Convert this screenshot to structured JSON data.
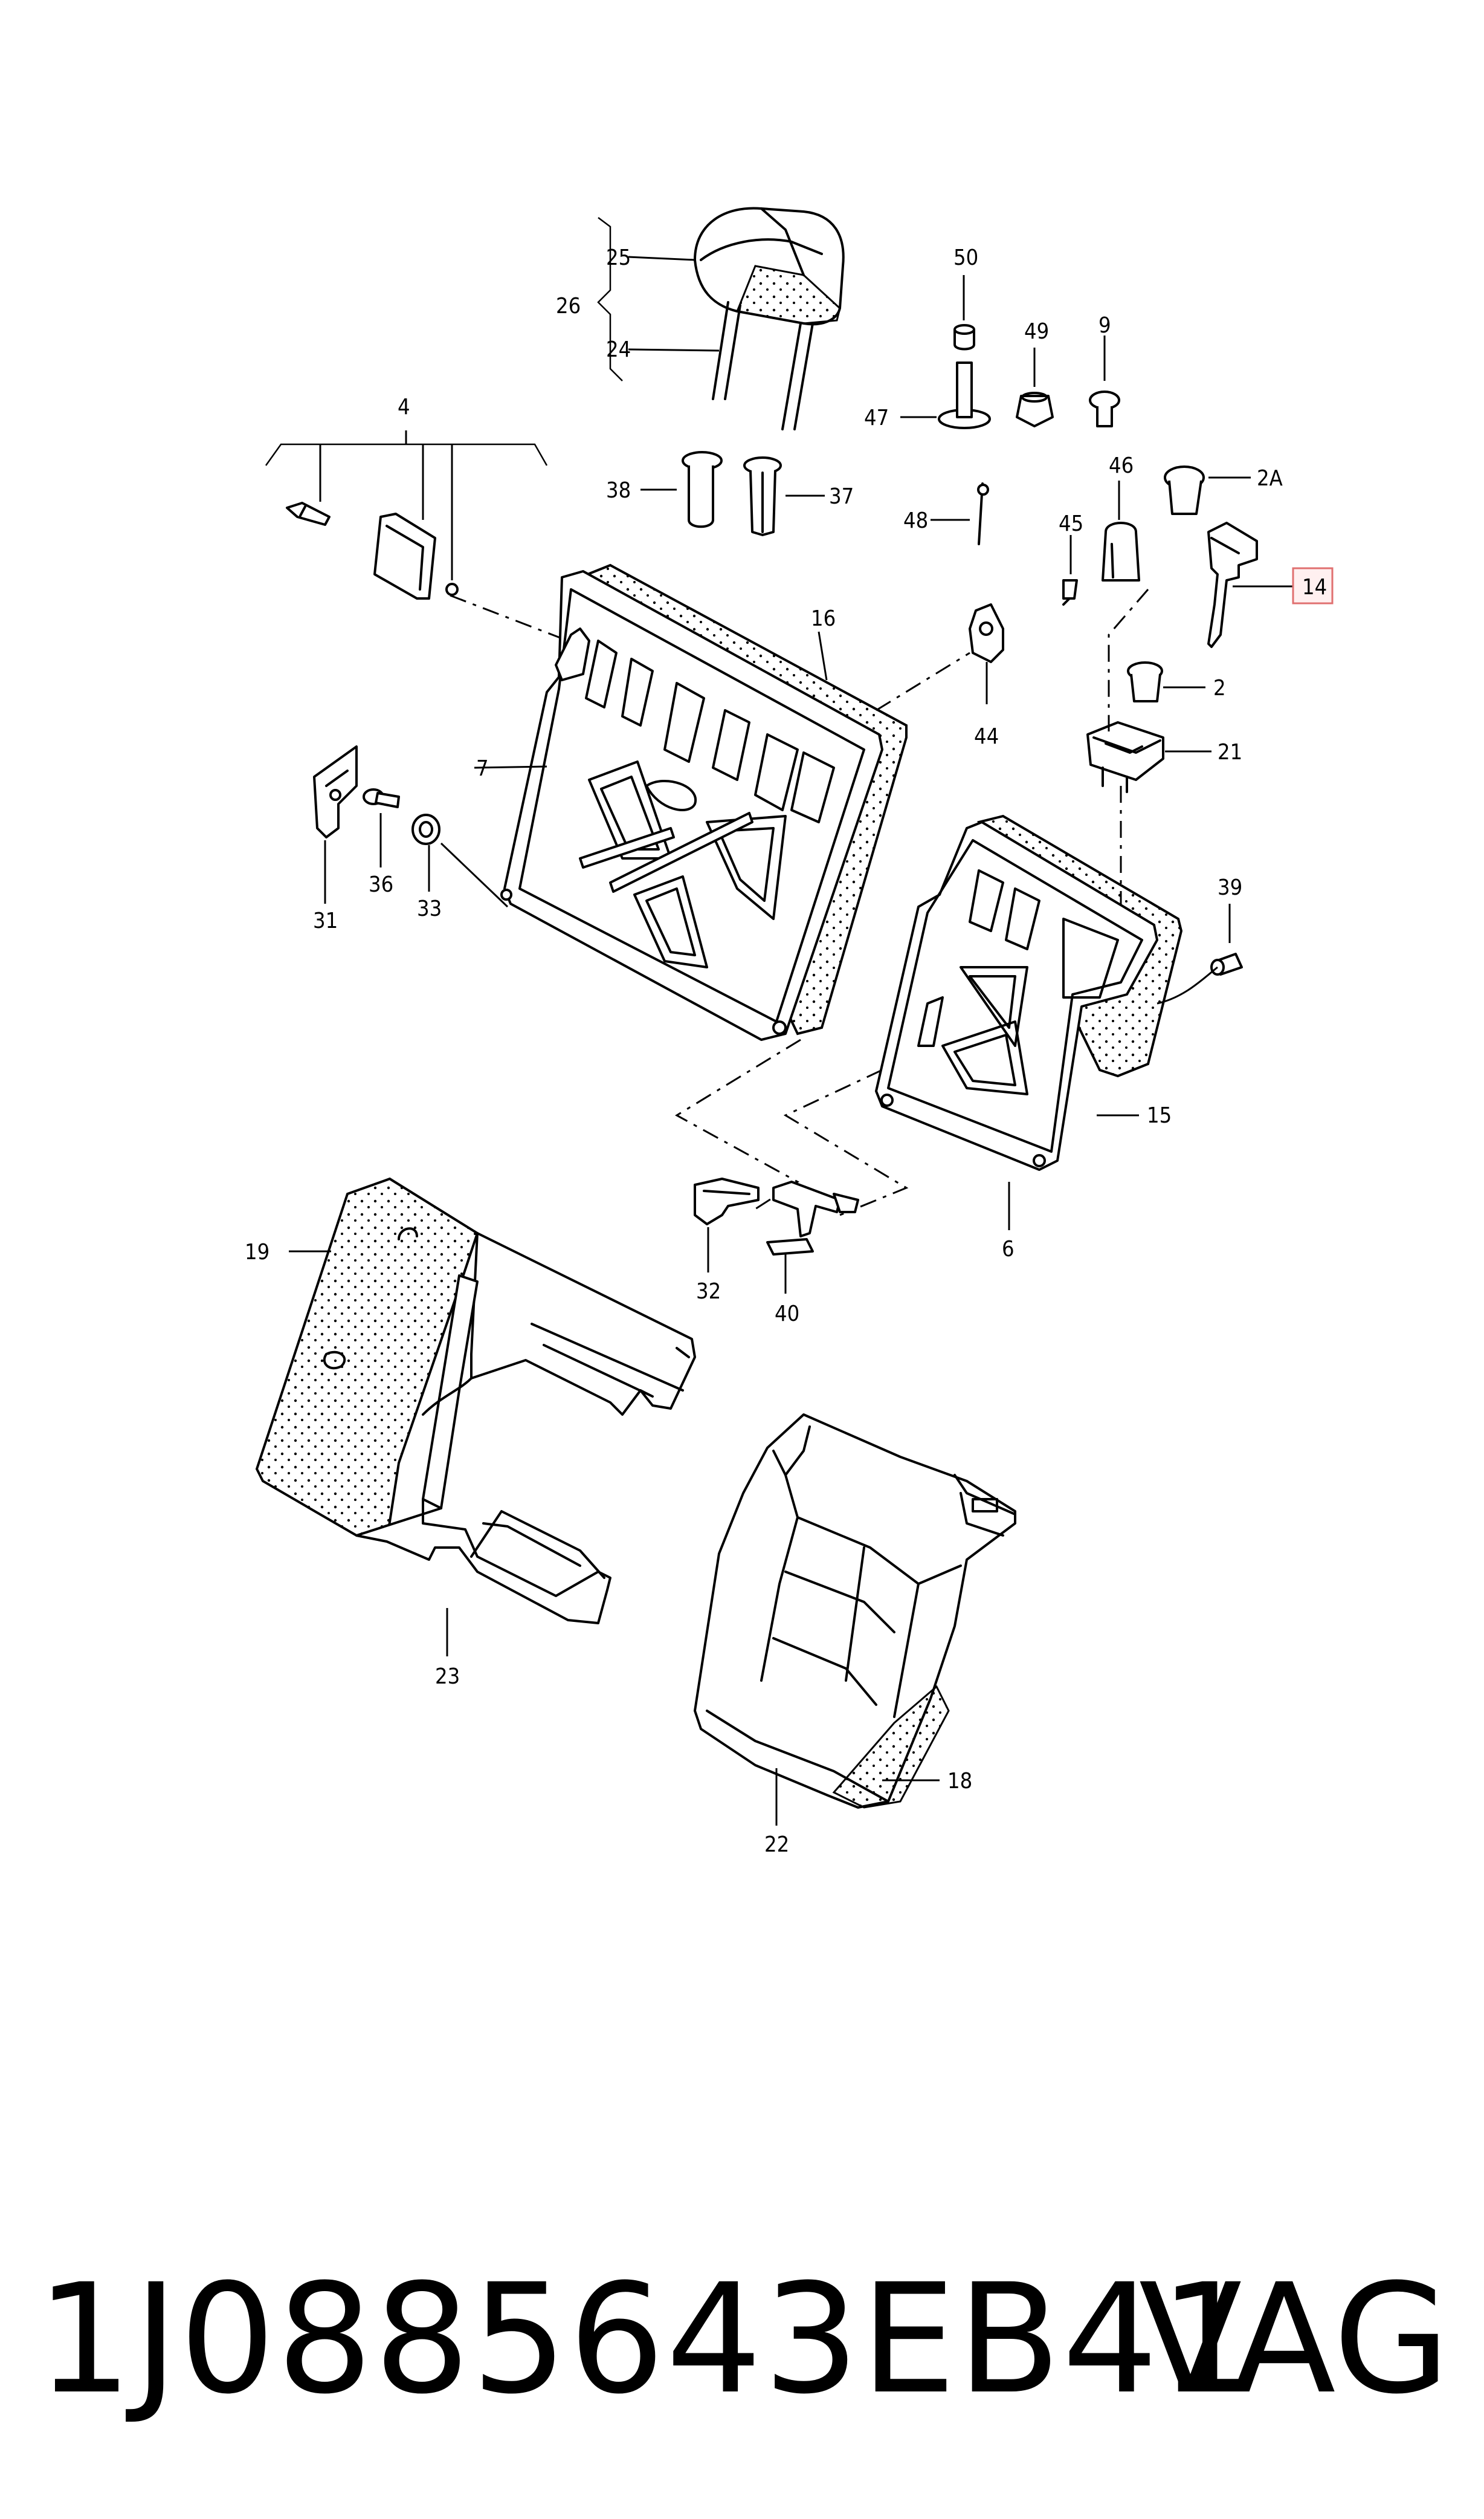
{
  "labels": {
    "l25": "25",
    "l26": "26",
    "l24": "24",
    "l4": "4",
    "l38": "38",
    "l37": "37",
    "l50": "50",
    "l49": "49",
    "l9": "9",
    "l47": "47",
    "l46": "46",
    "l2A": "2A",
    "l48": "48",
    "l45": "45",
    "l14": "14",
    "l16": "16",
    "l44": "44",
    "l2": "2",
    "l21": "21",
    "l7": "7",
    "l31": "31",
    "l36": "36",
    "l33": "33",
    "l39": "39",
    "l15": "15",
    "l6": "6",
    "l32": "32",
    "l40": "40",
    "l19": "19",
    "l23": "23",
    "l22": "22",
    "l18": "18"
  },
  "highlighted_label": "14",
  "footer": {
    "part_number": "1J0885643EB41",
    "brand": "VAG"
  }
}
